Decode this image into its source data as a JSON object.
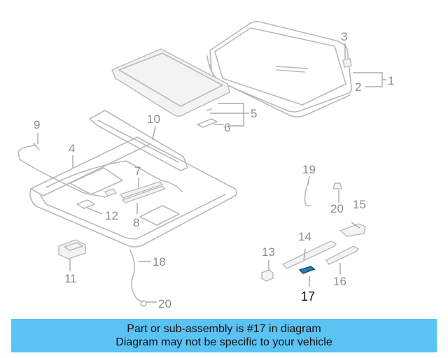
{
  "diagram": {
    "callouts": [
      "1",
      "2",
      "3",
      "4",
      "5",
      "6",
      "7",
      "8",
      "9",
      "10",
      "11",
      "12",
      "13",
      "14",
      "15",
      "16",
      "17",
      "18",
      "19",
      "20",
      "20"
    ],
    "highlighted_part": "17",
    "highlight_color": "#2a7fb0"
  },
  "banner": {
    "line1": "Part or sub-assembly is #17 in diagram",
    "line2": "Diagram may not be specific to your vehicle",
    "background_color": "#5bc2f4"
  }
}
